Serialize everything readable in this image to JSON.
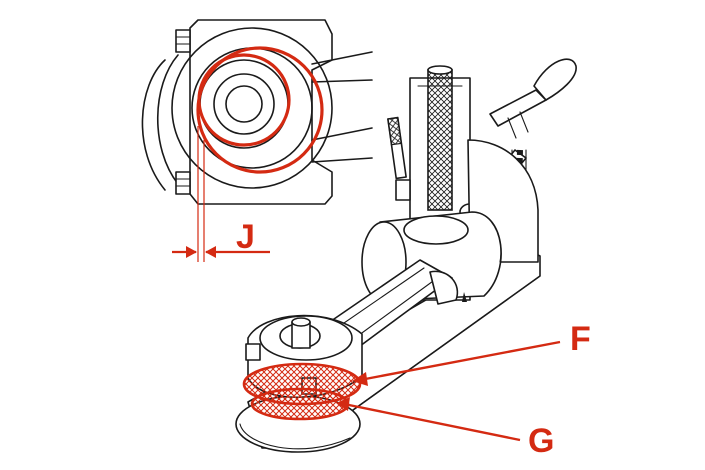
{
  "figure": {
    "labels": {
      "dimension_j": "J",
      "callout_f": "F",
      "callout_g": "G"
    },
    "accent_color": "#d42a12",
    "line_color": "#1a1a1a",
    "background": "#ffffff"
  }
}
